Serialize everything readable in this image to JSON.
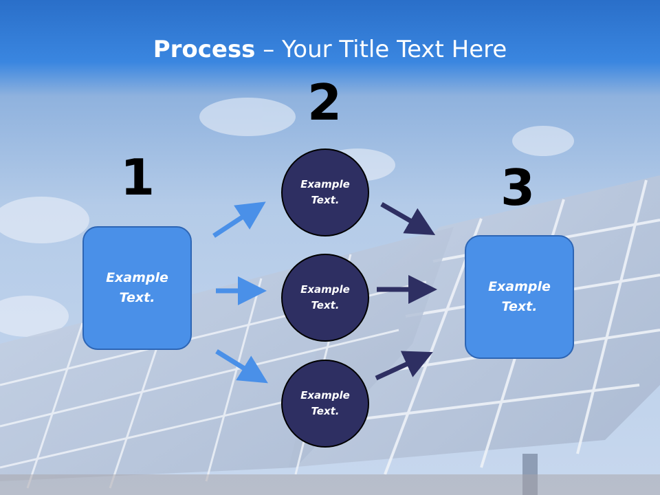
{
  "slide": {
    "title_bold": "Process",
    "title_rest": " – Your Title Text Here"
  },
  "steps": {
    "step1": {
      "number": "1",
      "text": "Example Text."
    },
    "step2": {
      "number": "2",
      "circles": [
        "Example Text.",
        "Example Text.",
        "Example Text."
      ]
    },
    "step3": {
      "number": "3",
      "text": "Example Text."
    }
  },
  "colors": {
    "box_fill": "#4a90e8",
    "circle_fill": "#2e2f62",
    "arrow_light": "#4a90e8",
    "arrow_dark": "#2e2f62"
  }
}
